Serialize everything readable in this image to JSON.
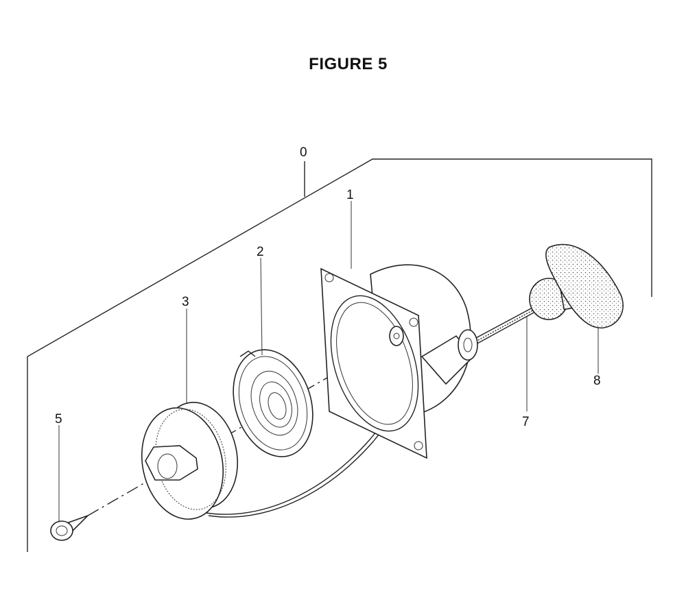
{
  "figure": {
    "title": "FIGURE 5"
  },
  "callouts": [
    {
      "id": "0",
      "label": "0"
    },
    {
      "id": "1",
      "label": "1"
    },
    {
      "id": "2",
      "label": "2"
    },
    {
      "id": "3",
      "label": "3"
    },
    {
      "id": "5",
      "label": "5"
    },
    {
      "id": "7",
      "label": "7"
    },
    {
      "id": "8",
      "label": "8"
    }
  ],
  "colors": {
    "ink": "#222222",
    "background": "#ffffff"
  }
}
